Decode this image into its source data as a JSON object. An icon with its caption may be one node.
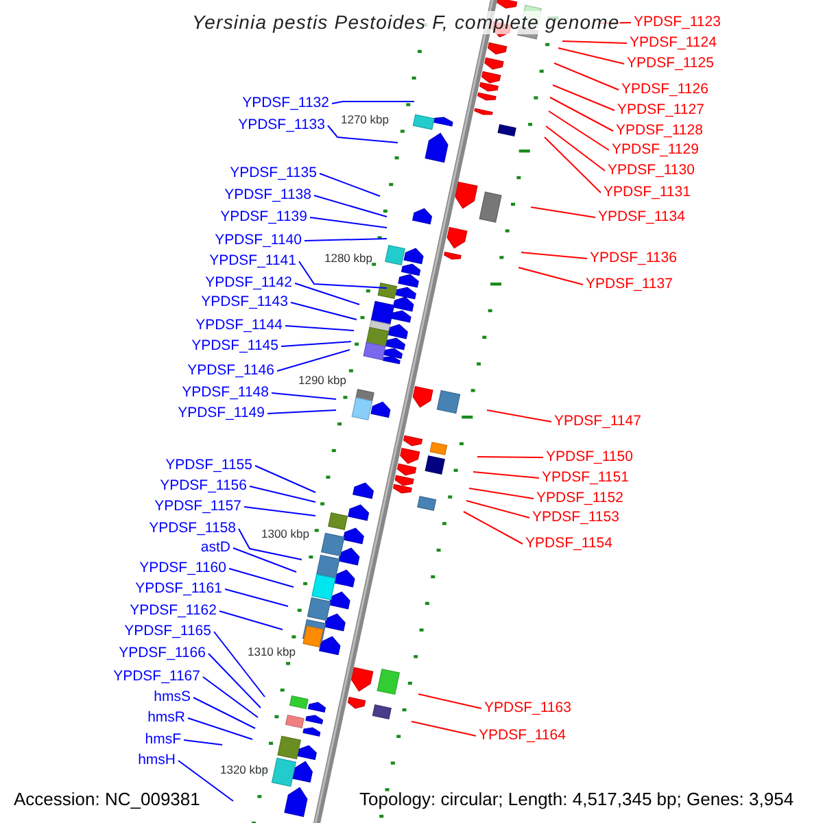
{
  "diagram": {
    "title": "Yersinia pestis Pestoides F, complete genome",
    "nodes": [
      {
        "text": [
          "YPDSF_1123"
        ]
      },
      {
        "text": [
          "YPDSF_1124"
        ]
      },
      {
        "text": [
          "YPDSF_1125"
        ]
      },
      {
        "text": [
          "YPDSF_1126"
        ]
      },
      {
        "text": [
          "YPDSF_1132"
        ]
      },
      {
        "text": [
          "YPDSF_1127"
        ]
      },
      {
        "text": [
          "YPDSF_1133"
        ]
      },
      {
        "text": [
          "YPDSF_1128"
        ]
      },
      {
        "text": [
          "YPDSF_1129"
        ]
      },
      {
        "text": [
          "YPDSF_1130"
        ]
      },
      {
        "text": [
          "YPDSF_1135"
        ]
      },
      {
        "text": [
          "YPDSF_1131"
        ]
      },
      {
        "text": [
          "YPDSF_1138"
        ]
      },
      {
        "text": [
          "YPDSF_1134"
        ]
      },
      {
        "text": [
          "YPDSF_1139"
        ]
      },
      {
        "text": [
          "YPDSF_1140"
        ]
      },
      {
        "text": [
          "YPDSF_1136"
        ]
      },
      {
        "text": [
          "YPDSF_1141"
        ]
      },
      {
        "text": [
          "YPDSF_1142"
        ]
      },
      {
        "text": [
          "YPDSF_1137"
        ]
      },
      {
        "text": [
          "YPDSF_1143"
        ]
      },
      {
        "text": [
          "YPDSF_1144"
        ]
      },
      {
        "text": [
          "YPDSF_1145"
        ]
      },
      {
        "text": [
          "YPDSF_1146"
        ]
      },
      {
        "text": [
          "YPDSF_1148"
        ]
      },
      {
        "text": [
          "YPDSF_1149"
        ]
      },
      {
        "text": [
          "YPDSF_1147"
        ]
      },
      {
        "text": [
          "YPDSF_1150"
        ]
      },
      {
        "text": [
          "YPDSF_1155"
        ]
      },
      {
        "text": [
          "YPDSF_1151"
        ]
      },
      {
        "text": [
          "YPDSF_1156"
        ]
      },
      {
        "text": [
          "YPDSF_1152"
        ]
      },
      {
        "text": [
          "YPDSF_1157"
        ]
      },
      {
        "text": [
          "YPDSF_1153"
        ]
      },
      {
        "text": [
          "YPDSF_1158"
        ]
      },
      {
        "text": [
          "YPDSF_1154"
        ]
      },
      {
        "text": [
          "astD"
        ]
      },
      {
        "text": [
          "YPDSF_1160"
        ]
      },
      {
        "text": [
          "YPDSF_1161"
        ]
      },
      {
        "text": [
          "YPDSF_1162"
        ]
      },
      {
        "text": [
          "YPDSF_1165"
        ]
      },
      {
        "text": [
          "YPDSF_1166"
        ]
      },
      {
        "text": [
          "YPDSF_1167"
        ]
      },
      {
        "text": [
          "hmsS"
        ]
      },
      {
        "text": [
          "YPDSF_1163"
        ]
      },
      {
        "text": [
          "hmsR"
        ]
      },
      {
        "text": [
          "YPDSF_1164"
        ]
      },
      {
        "text": [
          "hmsF"
        ]
      },
      {
        "text": [
          "hmsH"
        ]
      }
    ],
    "edges": [
      {
        "from": 0,
        "to": null,
        "arrow": "none",
        "color": "#ff0000"
      },
      {
        "from": 1,
        "to": null,
        "arrow": "none",
        "color": "#ff0000"
      },
      {
        "from": 2,
        "to": null,
        "arrow": "none",
        "color": "#ff0000"
      },
      {
        "from": 3,
        "to": null,
        "arrow": "none",
        "color": "#ff0000"
      },
      {
        "from": 4,
        "to": null,
        "arrow": "none"
      },
      {
        "from": 5,
        "to": null,
        "arrow": "none",
        "color": "#ff0000"
      },
      {
        "from": 6,
        "to": null,
        "arrow": "none"
      },
      {
        "from": 7,
        "to": null,
        "arrow": "none",
        "color": "#ff0000"
      },
      {
        "from": 8,
        "to": null,
        "arrow": "none",
        "color": "#ff0000"
      },
      {
        "from": 9,
        "to": null,
        "arrow": "none",
        "color": "#ff0000"
      },
      {
        "from": 10,
        "to": null,
        "arrow": "none"
      },
      {
        "from": 11,
        "to": null,
        "arrow": "none",
        "color": "#ff0000"
      },
      {
        "from": 12,
        "to": null,
        "arrow": "none"
      },
      {
        "from": 13,
        "to": null,
        "arrow": "none",
        "color": "#ff0000"
      },
      {
        "from": 14,
        "to": null,
        "arrow": "none"
      },
      {
        "from": 15,
        "to": null,
        "arrow": "none"
      },
      {
        "from": 16,
        "to": null,
        "arrow": "none",
        "color": "#ff0000"
      },
      {
        "from": 17,
        "to": null,
        "arrow": "none"
      },
      {
        "from": 18,
        "to": null,
        "arrow": "none"
      },
      {
        "from": 19,
        "to": null,
        "arrow": "none",
        "color": "#ff0000"
      },
      {
        "from": 20,
        "to": null,
        "arrow": "none"
      },
      {
        "from": 21,
        "to": null,
        "arrow": "none"
      },
      {
        "from": 22,
        "to": null,
        "arrow": "none"
      },
      {
        "from": 23,
        "to": null,
        "arrow": "none"
      },
      {
        "from": 24,
        "to": null,
        "arrow": "none"
      },
      {
        "from": 25,
        "to": null,
        "arrow": "none"
      },
      {
        "from": 26,
        "to": null,
        "arrow": "none",
        "color": "#ff0000"
      },
      {
        "from": 27,
        "to": null,
        "arrow": "none",
        "color": "#ff0000"
      },
      {
        "from": 28,
        "to": null,
        "arrow": "none"
      },
      {
        "from": 29,
        "to": null,
        "arrow": "none",
        "color": "#ff0000"
      },
      {
        "from": 30,
        "to": null,
        "arrow": "none"
      },
      {
        "from": 31,
        "to": null,
        "arrow": "none",
        "color": "#ff0000"
      },
      {
        "from": 32,
        "to": null,
        "arrow": "none"
      },
      {
        "from": 33,
        "to": null,
        "arrow": "none",
        "color": "#ff0000"
      },
      {
        "from": 34,
        "to": null,
        "arrow": "none"
      },
      {
        "from": 35,
        "to": null,
        "arrow": "none",
        "color": "#ff0000"
      },
      {
        "from": 36,
        "to": null,
        "arrow": "none"
      },
      {
        "from": 37,
        "to": null,
        "arrow": "none"
      },
      {
        "from": 38,
        "to": null,
        "arrow": "none"
      },
      {
        "from": 39,
        "to": null,
        "arrow": "none"
      },
      {
        "from": 40,
        "to": null,
        "arrow": "none"
      },
      {
        "from": 41,
        "to": null,
        "arrow": "none"
      },
      {
        "from": 42,
        "to": null,
        "arrow": "none"
      },
      {
        "from": 43,
        "to": null,
        "arrow": "none"
      },
      {
        "from": 44,
        "to": null,
        "arrow": "none",
        "color": "#ff0000"
      },
      {
        "from": 45,
        "to": null,
        "arrow": "none"
      },
      {
        "from": 46,
        "to": null,
        "arrow": "none",
        "color": "#ff0000"
      },
      {
        "from": 47,
        "to": null,
        "arrow": "none"
      },
      {
        "from": 48,
        "to": null,
        "arrow": "none"
      }
    ],
    "labels": [
      "1270 kbp",
      "1280 kbp",
      "1290 kbp",
      "1300 kbp",
      "1310 kbp",
      "1320 kbp",
      "Accession: NC_009381",
      "Topology: circular; Length: 4,517,345 bp; Genes: 3,954"
    ]
  }
}
